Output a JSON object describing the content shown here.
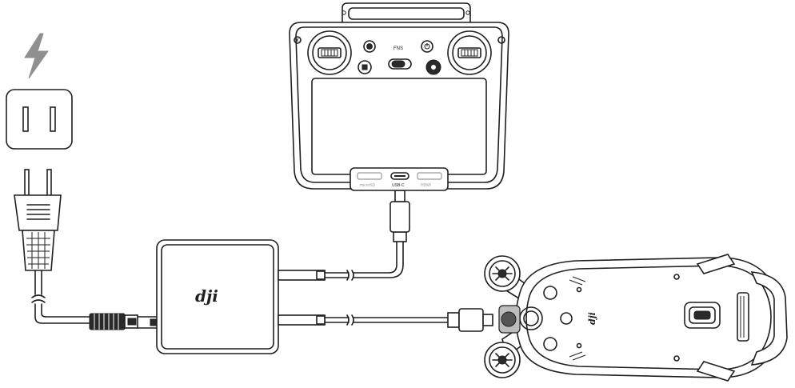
{
  "controller": {
    "ports": {
      "microsd": "microSD",
      "usbc": "USB-C",
      "hdmi": "HDMI"
    },
    "switch_label": "FNS"
  },
  "charger": {
    "brand": "dji"
  },
  "drone": {
    "brand": "dji"
  },
  "icons": {
    "power": "lightning-icon",
    "outlet": "wall-outlet-icon",
    "plug": "power-plug-icon"
  },
  "colors": {
    "line": "#1f1f1f",
    "muted": "#9a9a9a",
    "accent_port": "#555555"
  }
}
